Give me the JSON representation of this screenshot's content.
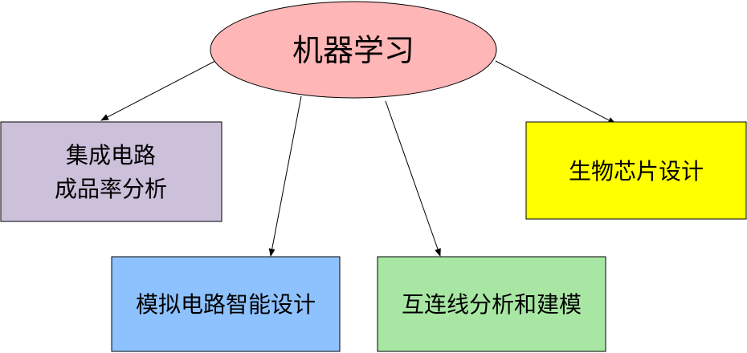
{
  "root": {
    "label": "机器学习",
    "fill": "#FFB6B6"
  },
  "nodes": {
    "ic_yield": {
      "lines": [
        "集成电路",
        "成品率分析"
      ],
      "fill": "#CCC0DA"
    },
    "analog_design": {
      "label": "模拟电路智能设计",
      "fill": "#8EC2FF"
    },
    "interconnect": {
      "label": "互连线分析和建模",
      "fill": "#A8E6A3"
    },
    "biochip": {
      "label": "生物芯片设计",
      "fill": "#FFFF00"
    }
  },
  "colors": {
    "stroke": "#000000",
    "background": "#FFFFFF"
  }
}
